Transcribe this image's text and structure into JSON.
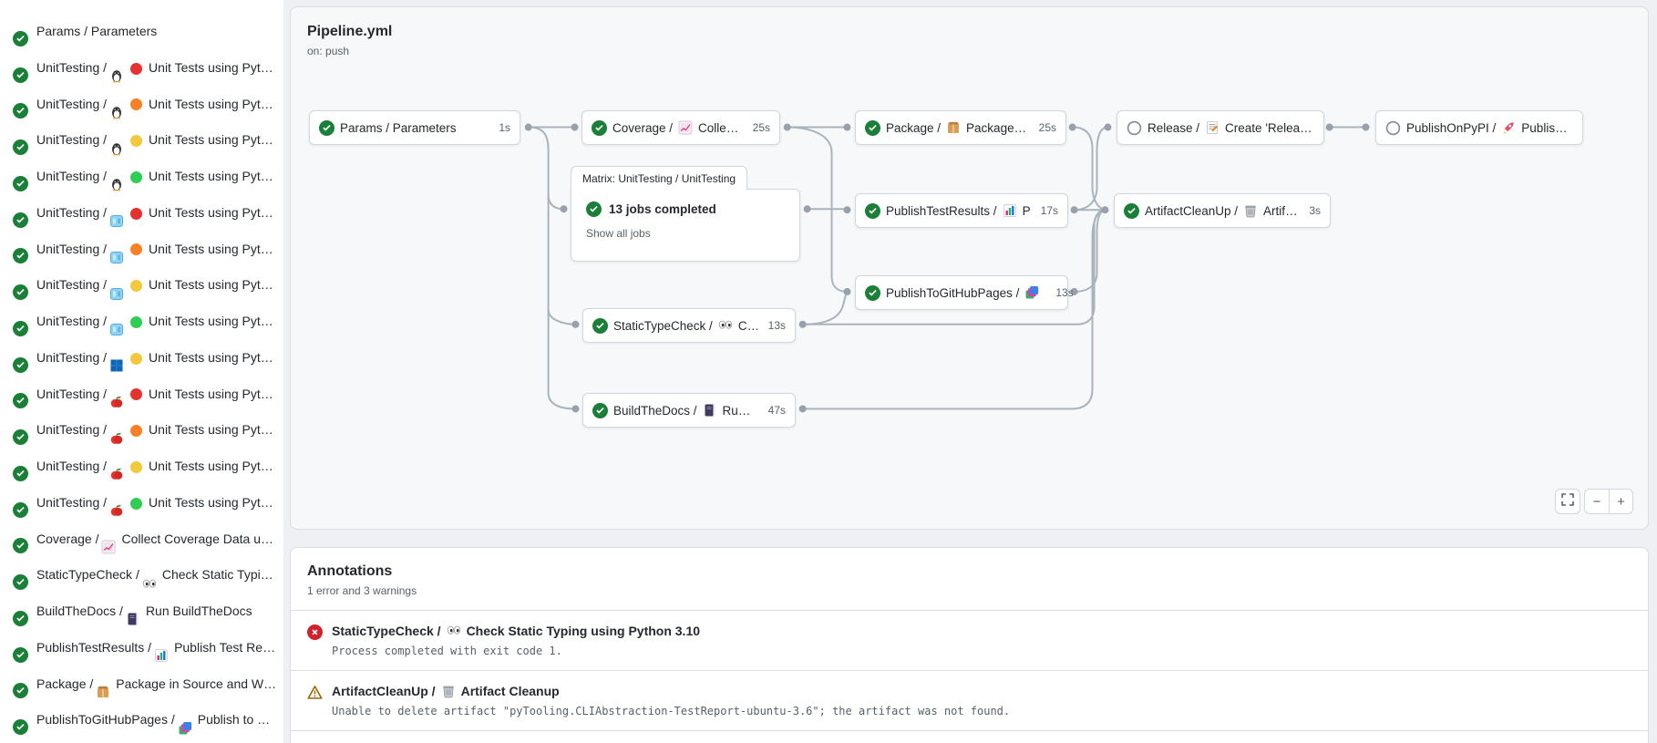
{
  "colors": {
    "success": "#1a7f37",
    "error": "#cf222e",
    "warning": "#9a6700",
    "dot_red": "#e5322e",
    "dot_orange": "#f78124",
    "dot_yellow": "#f2c83c",
    "dot_green": "#2ece54",
    "connector": "#a9b3bc"
  },
  "sidebar": {
    "jobs": [
      {
        "prefix": "Params / Parameters",
        "os": null,
        "dot": null,
        "label": null
      },
      {
        "prefix": "UnitTesting /",
        "os": "penguin",
        "dot": "red",
        "label": "Unit Tests using Pyth…"
      },
      {
        "prefix": "UnitTesting /",
        "os": "penguin",
        "dot": "orange",
        "label": "Unit Tests using Pyth…"
      },
      {
        "prefix": "UnitTesting /",
        "os": "penguin",
        "dot": "yellow",
        "label": "Unit Tests using Pyth…"
      },
      {
        "prefix": "UnitTesting /",
        "os": "penguin",
        "dot": "green",
        "label": "Unit Tests using Pyth…"
      },
      {
        "prefix": "UnitTesting /",
        "os": "ice",
        "dot": "red",
        "label": "Unit Tests using Pyth…"
      },
      {
        "prefix": "UnitTesting /",
        "os": "ice",
        "dot": "orange",
        "label": "Unit Tests using Pyth…"
      },
      {
        "prefix": "UnitTesting /",
        "os": "ice",
        "dot": "yellow",
        "label": "Unit Tests using Pyth…"
      },
      {
        "prefix": "UnitTesting /",
        "os": "ice",
        "dot": "green",
        "label": "Unit Tests using Pyth…"
      },
      {
        "prefix": "UnitTesting /",
        "os": "windows",
        "dot": "yellow",
        "label": "Unit Tests using Pyth…"
      },
      {
        "prefix": "UnitTesting /",
        "os": "apple",
        "dot": "red",
        "label": "Unit Tests using Pyth…"
      },
      {
        "prefix": "UnitTesting /",
        "os": "apple",
        "dot": "orange",
        "label": "Unit Tests using Pyth…"
      },
      {
        "prefix": "UnitTesting /",
        "os": "apple",
        "dot": "yellow",
        "label": "Unit Tests using Pyth…"
      },
      {
        "prefix": "UnitTesting /",
        "os": "apple",
        "dot": "green",
        "label": "Unit Tests using Pyth…"
      },
      {
        "prefix": "Coverage /",
        "os": "chart-line",
        "dot": null,
        "label": "Collect Coverage Data usi…"
      },
      {
        "prefix": "StaticTypeCheck /",
        "os": "eyes",
        "dot": null,
        "label": "Check Static Typing…"
      },
      {
        "prefix": "BuildTheDocs /",
        "os": "book",
        "dot": null,
        "label": "Run BuildTheDocs"
      },
      {
        "prefix": "PublishTestResults /",
        "os": "bar-chart",
        "dot": null,
        "label": "Publish Test Resu…"
      },
      {
        "prefix": "Package /",
        "os": "package",
        "dot": null,
        "label": "Package in Source and Wh…"
      },
      {
        "prefix": "PublishToGitHubPages /",
        "os": "layers",
        "dot": null,
        "label": "Publish to G…"
      }
    ]
  },
  "graph": {
    "title": "Pipeline.yml",
    "trigger": "on: push",
    "matrix": {
      "tab": "Matrix: UnitTesting / UnitTesting",
      "text": "13 jobs completed",
      "link": "Show all jobs"
    },
    "nodes": {
      "params": {
        "status": "success",
        "prefix": "Params / Parameters",
        "icon": null,
        "label": null,
        "duration": "1s"
      },
      "coverage": {
        "status": "success",
        "prefix": "Coverage /",
        "icon": "chart-line",
        "label": "Collect Cove…",
        "duration": "25s"
      },
      "package": {
        "status": "success",
        "prefix": "Package /",
        "icon": "package",
        "label": "Package in So…",
        "duration": "25s"
      },
      "release": {
        "status": "skipped",
        "prefix": "Release /",
        "icon": "memo",
        "label": "Create 'Release P…",
        "duration": ""
      },
      "pypi": {
        "status": "skipped",
        "prefix": "PublishOnPyPI /",
        "icon": "rocket",
        "label": "Publish to …",
        "duration": ""
      },
      "testresults": {
        "status": "success",
        "prefix": "PublishTestResults /",
        "icon": "bar-chart",
        "label": "Pu…",
        "duration": "17s"
      },
      "cleanup": {
        "status": "success",
        "prefix": "ArtifactCleanUp /",
        "icon": "trash",
        "label": "Artifac…",
        "duration": "3s"
      },
      "pages": {
        "status": "success",
        "prefix": "PublishToGitHubPages /",
        "icon": "layers",
        "label": "…",
        "duration": "13s"
      },
      "typecheck": {
        "status": "success",
        "prefix": "StaticTypeCheck /",
        "icon": "eyes",
        "label": "Chec…",
        "duration": "13s"
      },
      "docs": {
        "status": "success",
        "prefix": "BuildTheDocs /",
        "icon": "book",
        "label": "Run Buil…",
        "duration": "47s"
      }
    },
    "controls": {
      "zoom_out": "−",
      "zoom_in": "+"
    }
  },
  "annotations": {
    "title": "Annotations",
    "summary": "1 error and 3 warnings",
    "items": [
      {
        "severity": "error",
        "job": "StaticTypeCheck /",
        "icon": "eyes",
        "label": "Check Static Typing using Python 3.10",
        "message": "Process completed with exit code 1."
      },
      {
        "severity": "warning",
        "job": "ArtifactCleanUp /",
        "icon": "trash",
        "label": "Artifact Cleanup",
        "message": "Unable to delete artifact \"pyTooling.CLIAbstraction-TestReport-ubuntu-3.6\"; the artifact was not found."
      }
    ]
  }
}
